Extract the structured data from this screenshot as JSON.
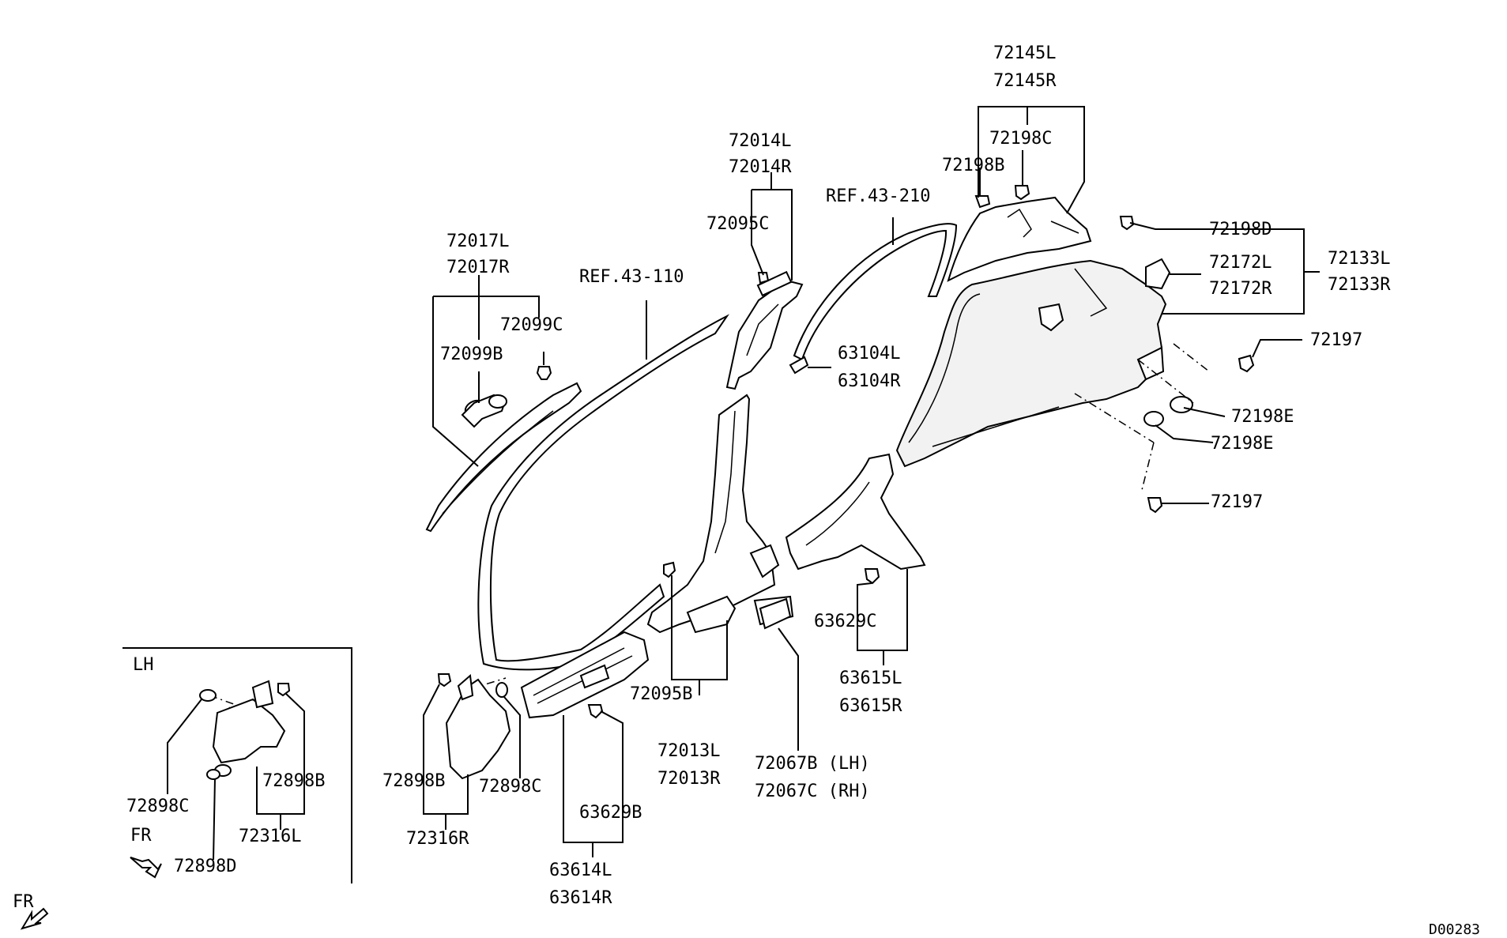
{
  "labels": {
    "p72145L": "72145L",
    "p72145R": "72145R",
    "p72198C": "72198C",
    "p72198B": "72198B",
    "p72014L": "72014L",
    "p72014R": "72014R",
    "p72095C": "72095C",
    "ref43_210": "REF.43-210",
    "p72198D": "72198D",
    "p72172L": "72172L",
    "p72172R": "72172R",
    "p72133L": "72133L",
    "p72133R": "72133R",
    "p72017L": "72017L",
    "p72017R": "72017R",
    "ref43_110": "REF.43-110",
    "p72099C": "72099C",
    "p72099B": "72099B",
    "p63104L": "63104L",
    "p63104R": "63104R",
    "p72197a": "72197",
    "p72198Ea": "72198E",
    "p72198Eb": "72198E",
    "p72197b": "72197",
    "p63629C": "63629C",
    "p63615L": "63615L",
    "p63615R": "63615R",
    "p72095B": "72095B",
    "p72013L": "72013L",
    "p72013R": "72013R",
    "p72067B": "72067B (LH)",
    "p72067C": "72067C (RH)",
    "p63629B": "63629B",
    "p63614L": "63614L",
    "p63614R": "63614R",
    "lh": "LH",
    "p72898C_in": "72898C",
    "p72898B_in": "72898B",
    "p72316L": "72316L",
    "fr_in": "FR",
    "p72898D": "72898D",
    "p72898B": "72898B",
    "p72898C": "72898C",
    "p72316R": "72316R",
    "fr": "FR",
    "code": "D00283"
  }
}
